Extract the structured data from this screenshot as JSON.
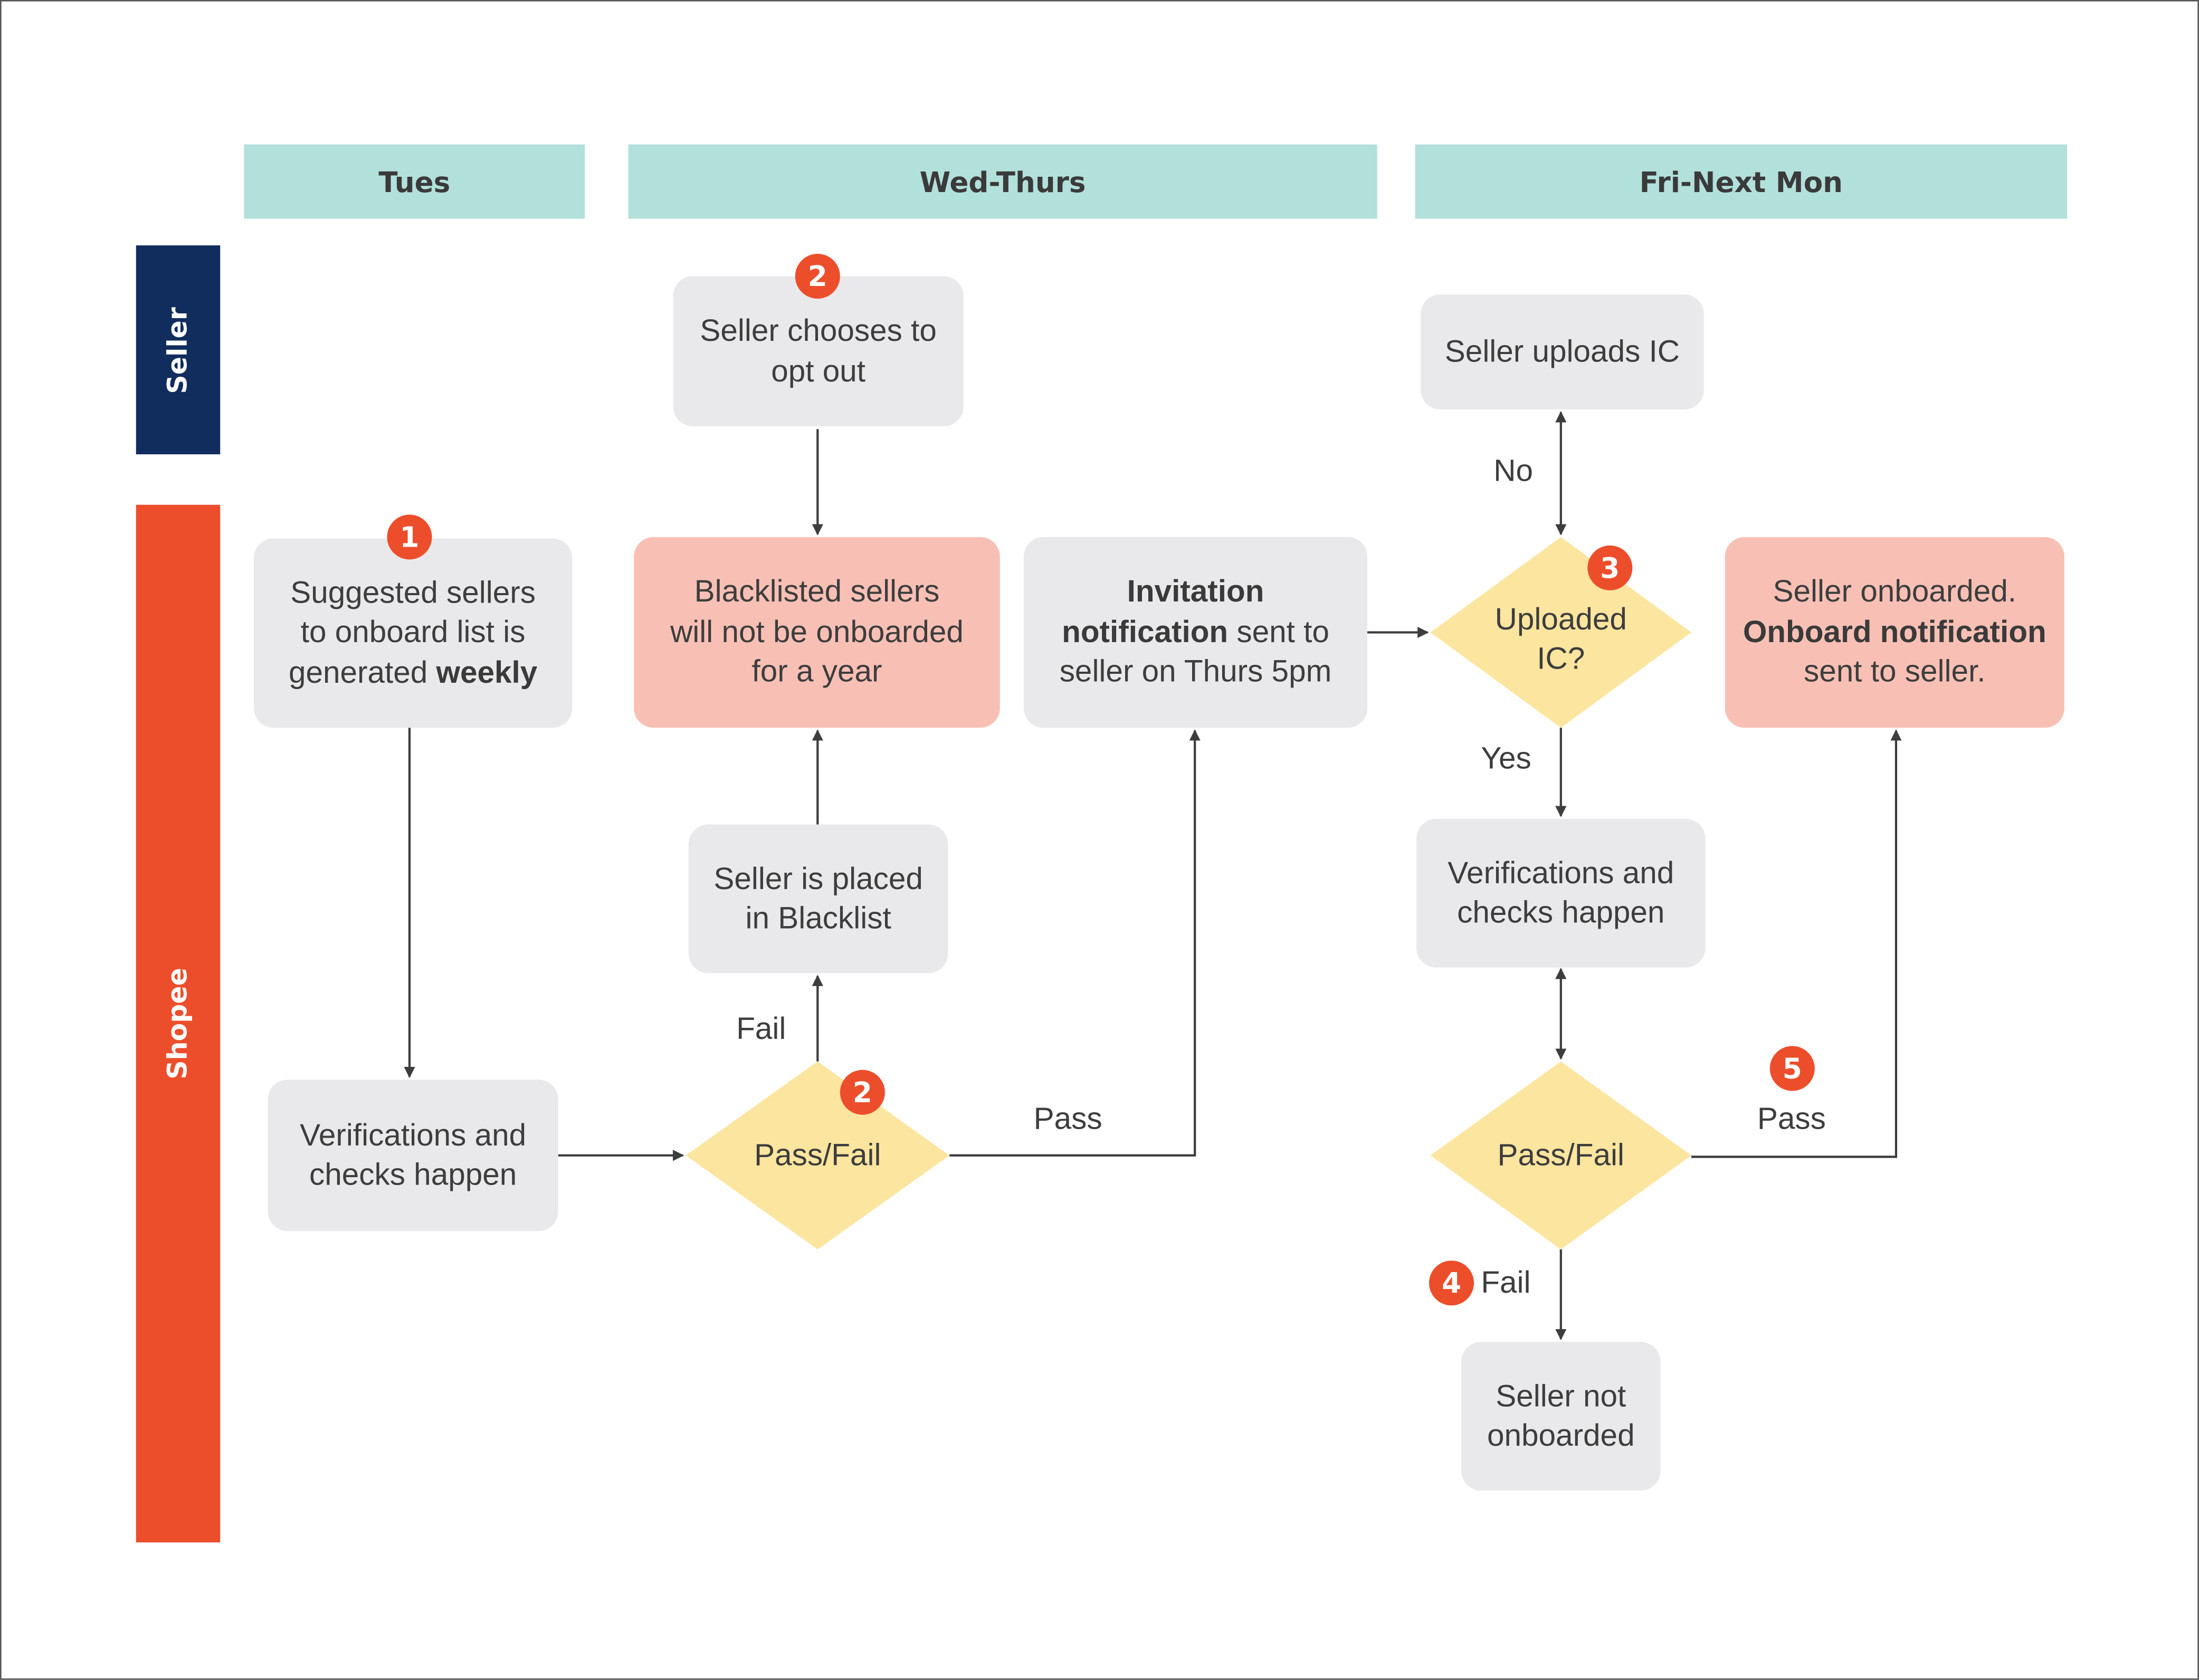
{
  "colors": {
    "header_fill": "#b2e0db",
    "seller_lane": "#112d5e",
    "shopee_lane": "#ec4e2c",
    "process_box": "#e9e9eb",
    "outcome_box": "#f8c0b5",
    "decision": "#fce59f",
    "badge": "#ec4e2c",
    "connector": "#3d3d3d"
  },
  "columns": [
    {
      "label": "Tues"
    },
    {
      "label": "Wed-Thurs"
    },
    {
      "label": "Fri-Next Mon"
    }
  ],
  "lanes": [
    {
      "label": "Seller"
    },
    {
      "label": "Shopee"
    }
  ],
  "nodes": {
    "suggested_sellers": {
      "lines": [
        "Suggested sellers",
        "to onboard list is"
      ],
      "line3_prefix": "generated ",
      "line3_bold": "weekly"
    },
    "verifications_tues": {
      "lines": [
        "Verifications and",
        "checks happen"
      ]
    },
    "pass_fail_1": {
      "label": "Pass/Fail"
    },
    "seller_opt_out": {
      "lines": [
        "Seller chooses to",
        "opt out"
      ]
    },
    "blacklisted": {
      "lines": [
        "Blacklisted sellers",
        "will not be onboarded",
        "for a year"
      ]
    },
    "placed_blacklist": {
      "lines": [
        "Seller is placed",
        "in Blacklist"
      ]
    },
    "invitation": {
      "line1_bold": "Invitation",
      "line2_bold": "notification",
      "line2_rest": " sent to",
      "line3": "seller on Thurs 5pm"
    },
    "uploaded_ic": {
      "lines": [
        "Uploaded",
        "IC?"
      ]
    },
    "seller_uploads_ic": {
      "label": "Seller uploads IC"
    },
    "verifications_fri": {
      "lines": [
        "Verifications and",
        "checks happen"
      ]
    },
    "pass_fail_2": {
      "label": "Pass/Fail"
    },
    "not_onboarded": {
      "lines": [
        "Seller not",
        "onboarded"
      ]
    },
    "onboarded": {
      "line1": "Seller onboarded.",
      "line2_bold": "Onboard notification",
      "line3": "sent to seller."
    }
  },
  "edge_labels": {
    "fail_1": "Fail",
    "pass_1": "Pass",
    "no": "No",
    "yes": "Yes",
    "fail_2": "Fail",
    "pass_2": "Pass"
  },
  "badges": [
    "1",
    "2",
    "2",
    "3",
    "4",
    "5"
  ]
}
